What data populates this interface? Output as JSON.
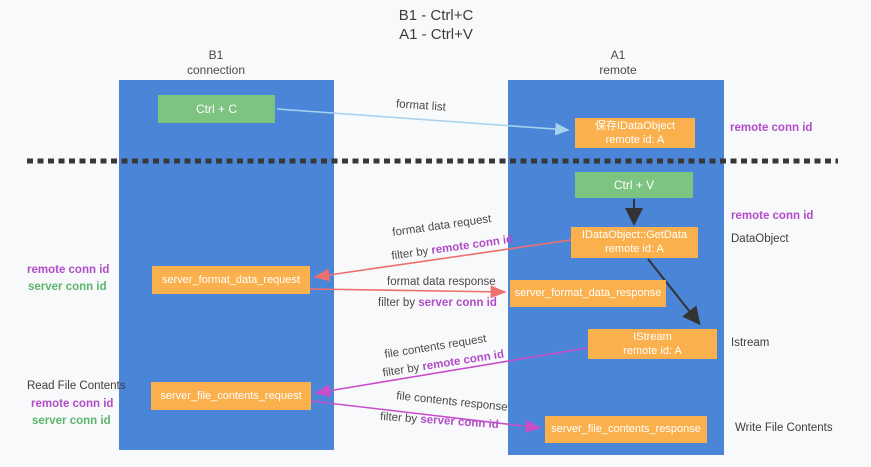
{
  "title": {
    "line1": "B1 - Ctrl+C",
    "line2": "A1 - Ctrl+V"
  },
  "lifelines": {
    "left": {
      "name": "B1",
      "role": "connection"
    },
    "right": {
      "name": "A1",
      "role": "remote"
    }
  },
  "boxes": {
    "ctrl_c": {
      "label": "Ctrl + C"
    },
    "ctrl_v": {
      "label": "Ctrl + V"
    },
    "save_dataobject": {
      "line1": "保存IDataObject",
      "line2": "remote id: A"
    },
    "getdata": {
      "line1": "IDataObject::GetData",
      "line2": "remote id: A"
    },
    "istream": {
      "line1": "IStream",
      "line2": "remote id: A"
    },
    "server_format_data_request": {
      "label": "server_format_data_request"
    },
    "server_format_data_response": {
      "label": "server_format_data_response"
    },
    "server_file_contents_request": {
      "label": "server_file_contents_request"
    },
    "server_file_contents_response": {
      "label": "server_file_contents_response"
    }
  },
  "arrows": {
    "format_list": {
      "label": "format list"
    },
    "format_data_request": {
      "label": "format data request",
      "filter_prefix": "filter by ",
      "filter_key": "remote conn id"
    },
    "format_data_response": {
      "label": "format data response",
      "filter_prefix": "filter by ",
      "filter_key": "server conn id"
    },
    "file_contents_request": {
      "label": "file contents request",
      "filter_prefix": "filter by ",
      "filter_key": "remote conn id"
    },
    "file_contents_response": {
      "label": "file contents response",
      "filter_prefix": "filter by ",
      "filter_key": "server conn id"
    }
  },
  "side_labels": {
    "right_remote_conn_id_top": "remote conn id",
    "right_remote_conn_id_mid": "remote conn id",
    "dataobject": "DataObject",
    "istream": "Istream",
    "write_file_contents": "Write File Contents",
    "read_file_contents": "Read File Contents",
    "left_remote_conn_id_1": "remote conn id",
    "left_server_conn_id_1": "server conn id",
    "left_remote_conn_id_2": "remote conn id",
    "left_server_conn_id_2": "server conn id"
  },
  "colors": {
    "lifeline_blue": "#4a85d8",
    "green_box": "#7cc47f",
    "orange_box": "#f9b04d",
    "red_arrow": "#ef6f6f",
    "magenta_arrow": "#c94fc9",
    "light_blue_arrow": "#a5d2f1",
    "black_arrow": "#333333",
    "purple_text": "#b14cc9",
    "green_text": "#5cb56c",
    "dashed_divider": "#383838"
  }
}
